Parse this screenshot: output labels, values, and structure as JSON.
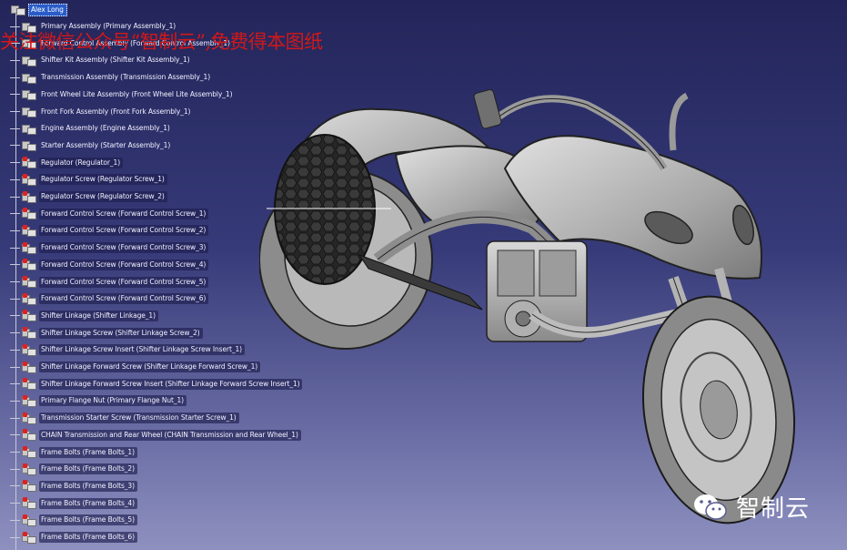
{
  "tree": {
    "root": "Alex Long",
    "items": [
      "Primary Assembly (Primary Assembly_1)",
      "Forward Control Assembly (Forward Control Assembly_1)",
      "Shifter Kit Assembly (Shifter Kit Assembly_1)",
      "Transmission Assembly (Transmission Assembly_1)",
      "Front Wheel Lite Assembly (Front Wheel Lite Assembly_1)",
      "Front Fork Assembly (Front Fork Assembly_1)",
      "Engine Assembly (Engine Assembly_1)",
      "Starter Assembly (Starter Assembly_1)",
      "Regulator (Regulator_1)",
      "Regulator Screw (Regulator Screw_1)",
      "Regulator Screw (Regulator Screw_2)",
      "Forward Control Screw (Forward Control Screw_1)",
      "Forward Control Screw (Forward Control Screw_2)",
      "Forward Control Screw (Forward Control Screw_3)",
      "Forward Control Screw (Forward Control Screw_4)",
      "Forward Control Screw (Forward Control Screw_5)",
      "Forward Control Screw (Forward Control Screw_6)",
      "Shifter Linkage (Shifter Linkage_1)",
      "Shifter Linkage Screw (Shifter Linkage Screw_2)",
      "Shifter Linkage Screw Insert (Shifter Linkage Screw Insert_1)",
      "Shifter Linkage Forward Screw (Shifter Linkage Forward Screw_1)",
      "Shifter Linkage Forward Screw Insert (Shifter Linkage Forward Screw Insert_1)",
      "Primary Flange Nut (Primary Flange Nut_1)",
      "Transmission Starter Screw (Transmission Starter Screw_1)",
      "CHAIN Transmission and Rear Wheel (CHAIN Transmission and Rear Wheel_1)",
      "Frame Bolts (Frame Bolts_1)",
      "Frame Bolts (Frame Bolts_2)",
      "Frame Bolts (Frame Bolts_3)",
      "Frame Bolts (Frame Bolts_4)",
      "Frame Bolts (Frame Bolts_5)",
      "Frame Bolts (Frame Bolts_6)"
    ]
  },
  "watermark": {
    "top_text": "关注微信公众号“智制云”,免费得本图纸",
    "logo_text": "智制云"
  },
  "colors": {
    "watermark_red": "#d21818",
    "selection": "#2a5cc8"
  }
}
